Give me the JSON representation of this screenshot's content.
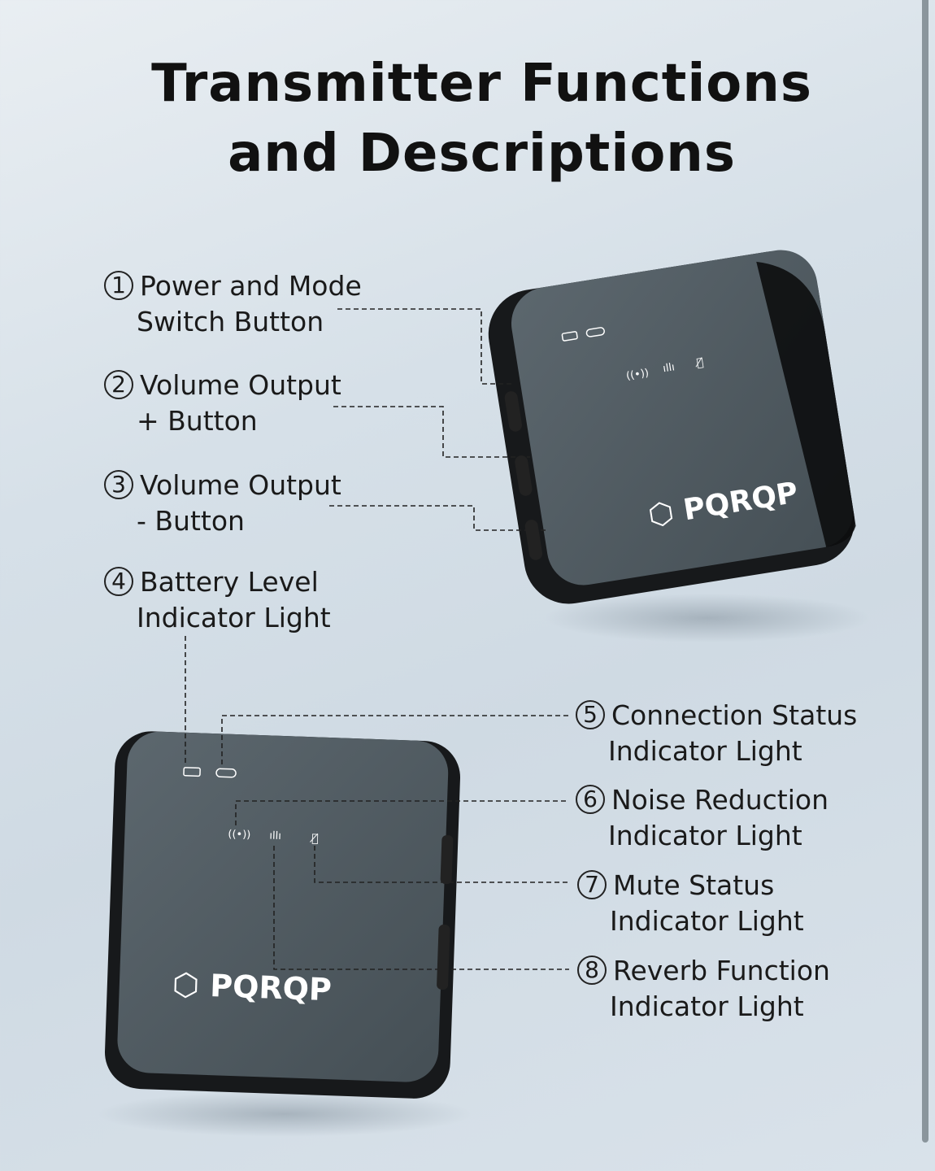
{
  "title": {
    "line1": "Transmitter Functions",
    "line2": "and Descriptions"
  },
  "brand": "PQRQP",
  "callouts": [
    {
      "num": "1",
      "line1": "Power and Mode",
      "line2": "Switch Button"
    },
    {
      "num": "2",
      "line1": "Volume Output",
      "line2": "+ Button"
    },
    {
      "num": "3",
      "line1": "Volume Output",
      "line2": "- Button"
    },
    {
      "num": "4",
      "line1": "Battery Level",
      "line2": "Indicator Light"
    },
    {
      "num": "5",
      "line1": "Connection Status",
      "line2": "Indicator Light"
    },
    {
      "num": "6",
      "line1": "Noise Reduction",
      "line2": "Indicator Light"
    },
    {
      "num": "7",
      "line1": "Mute Status",
      "line2": "Indicator Light"
    },
    {
      "num": "8",
      "line1": "Reverb Function",
      "line2": "Indicator Light"
    }
  ],
  "icons": [
    "battery-icon",
    "link-icon",
    "wireless-icon",
    "reverb-icon",
    "mute-icon"
  ],
  "colors": {
    "device_body": "#1c1f22",
    "device_face": "#4f5a61",
    "scrollbar": "#8a959c"
  }
}
